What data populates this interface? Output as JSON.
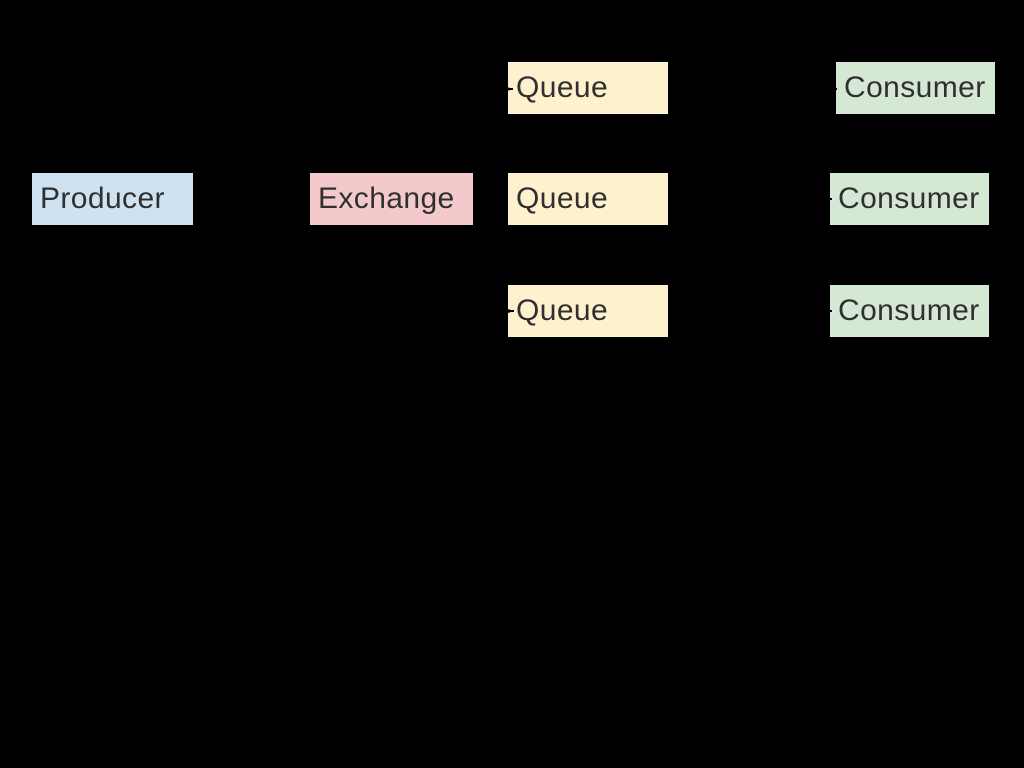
{
  "page": {
    "background_color": "#000000"
  },
  "diagram": {
    "type": "message-broker-topology",
    "text_color": "#303030",
    "edge_color": "#000000",
    "colors": {
      "producer_fill": "#cfe2f1",
      "exchange_fill": "#f4c9cb",
      "queue_fill": "#fdf2cd",
      "consumer_fill": "#d5e8d4"
    },
    "nodes": [
      {
        "id": "producer",
        "label": "Producer",
        "fill": "#cfe2f1"
      },
      {
        "id": "exchange",
        "label": "Exchange",
        "fill": "#f4c9cb"
      },
      {
        "id": "queue-1",
        "label": "Queue",
        "fill": "#fdf2cd"
      },
      {
        "id": "queue-2",
        "label": "Queue",
        "fill": "#fdf2cd"
      },
      {
        "id": "queue-3",
        "label": "Queue",
        "fill": "#fdf2cd"
      },
      {
        "id": "consumer-1",
        "label": "Consumer",
        "fill": "#d5e8d4"
      },
      {
        "id": "consumer-2",
        "label": "Consumer",
        "fill": "#d5e8d4"
      },
      {
        "id": "consumer-3",
        "label": "Consumer",
        "fill": "#d5e8d4"
      }
    ],
    "edges": [
      {
        "from": "producer",
        "to": "exchange"
      },
      {
        "from": "exchange",
        "to": "queue-1"
      },
      {
        "from": "exchange",
        "to": "queue-2"
      },
      {
        "from": "exchange",
        "to": "queue-3"
      },
      {
        "from": "queue-1",
        "to": "consumer-1"
      },
      {
        "from": "queue-2",
        "to": "consumer-2"
      },
      {
        "from": "queue-3",
        "to": "consumer-3"
      }
    ]
  }
}
